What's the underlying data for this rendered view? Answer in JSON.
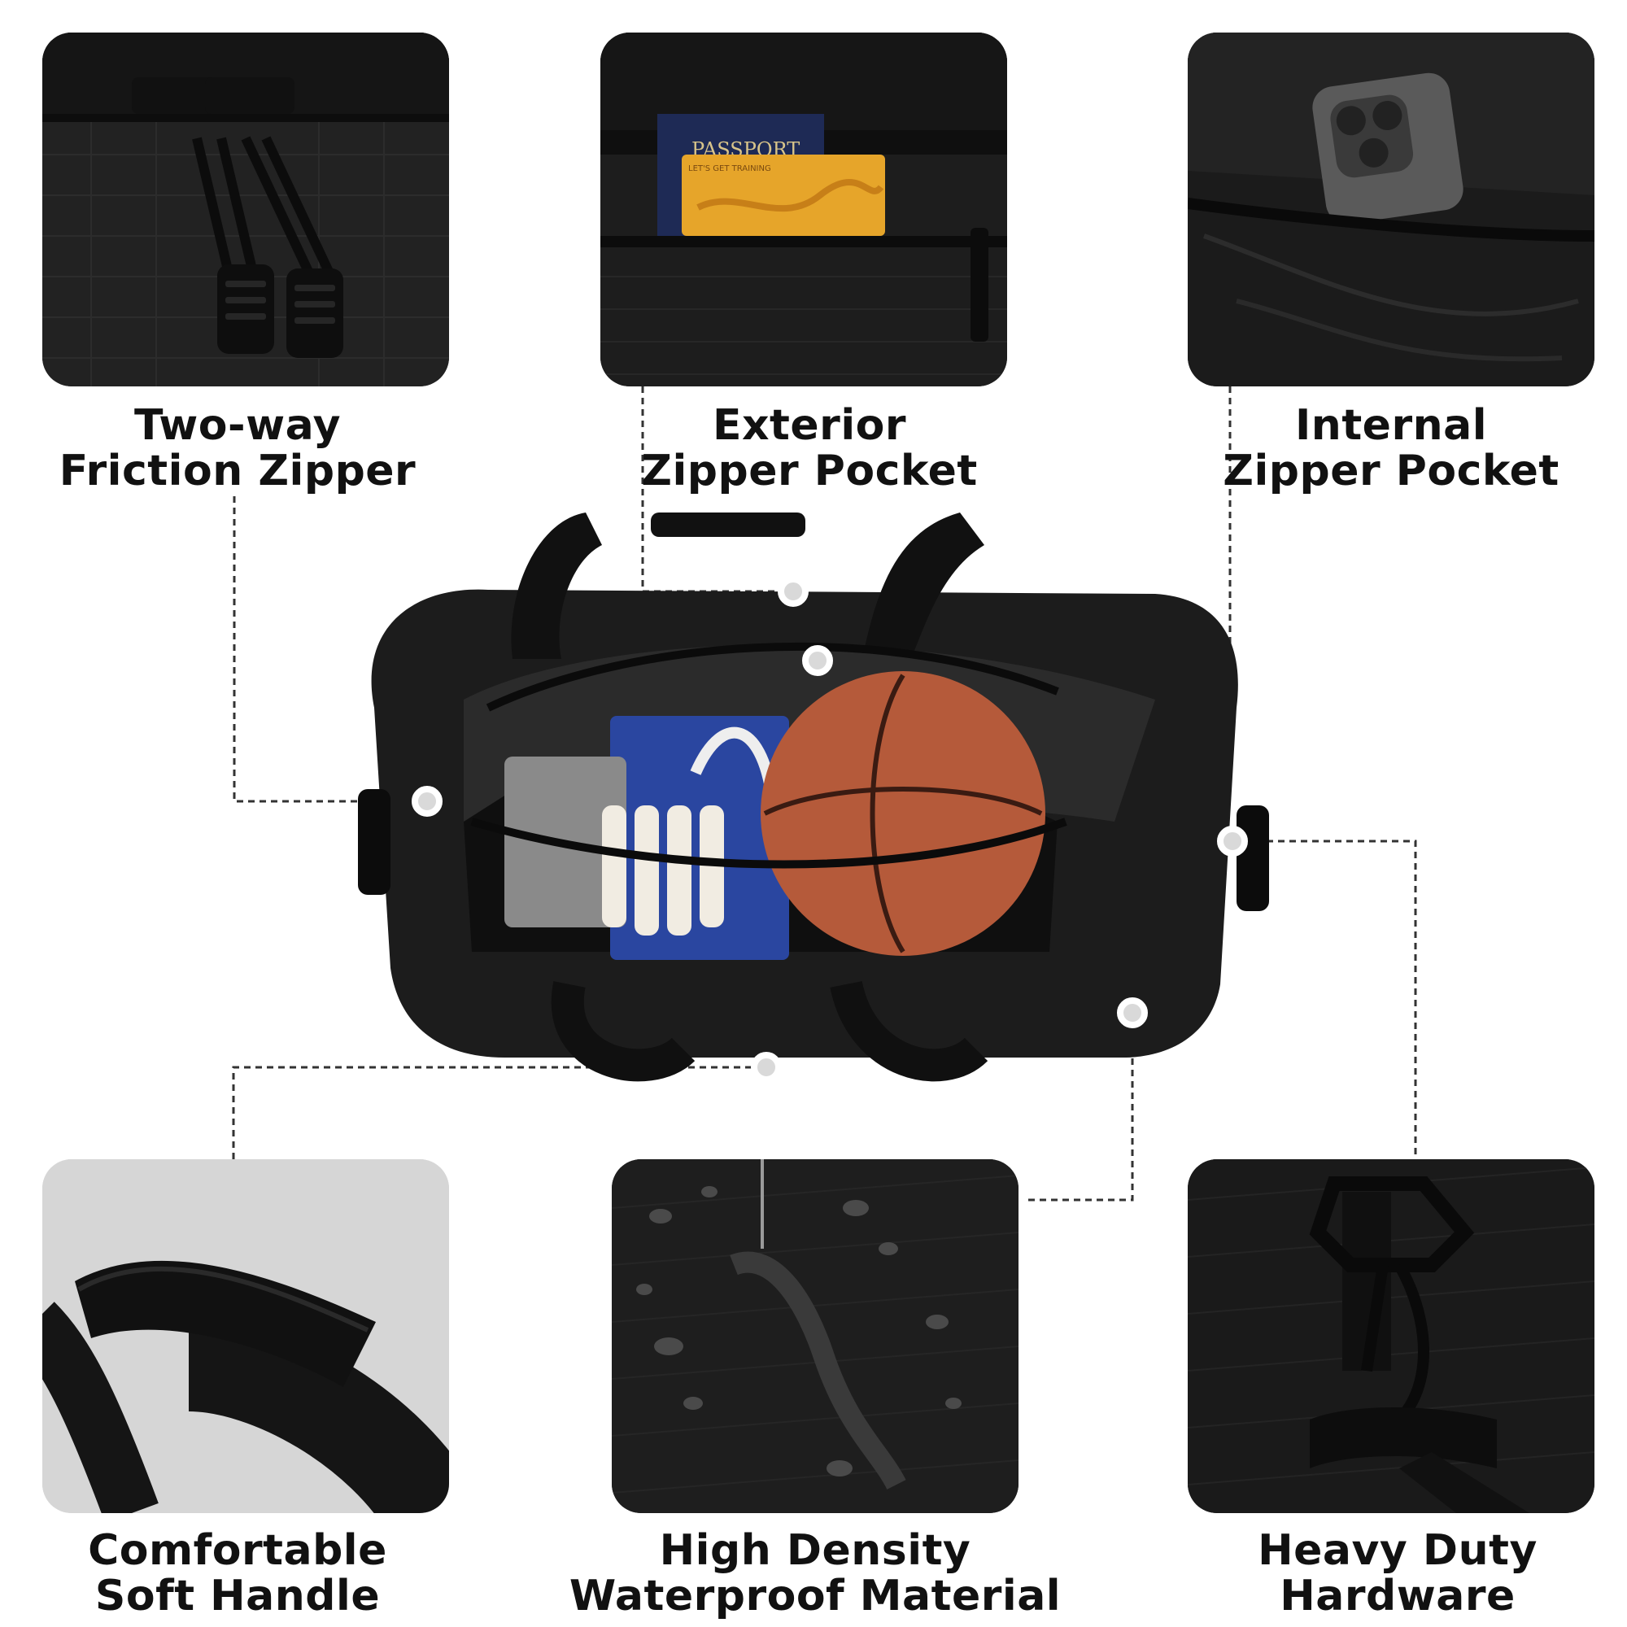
{
  "features": [
    {
      "id": "zipper",
      "line1": "Two-way",
      "line2": "Friction Zipper"
    },
    {
      "id": "exterior-pocket",
      "line1": "Exterior",
      "line2": "Zipper Pocket"
    },
    {
      "id": "internal-pocket",
      "line1": "Internal",
      "line2": "Zipper Pocket"
    },
    {
      "id": "handle",
      "line1": "Comfortable",
      "line2": "Soft Handle"
    },
    {
      "id": "material",
      "line1": "High Density",
      "line2": "Waterproof Material"
    },
    {
      "id": "hardware",
      "line1": "Heavy Duty",
      "line2": "Hardware"
    }
  ],
  "passport_text": "PASSPORT",
  "card_text": "LET'S GET TRAINING",
  "colors": {
    "panel_dark": "#1f1f1f",
    "panel_light": "#d6d6d6",
    "label_text": "#111111",
    "leader_line": "#333333",
    "bag_body": "#1c1c1c",
    "basketball": "#b55a3a",
    "passport": "#1e2a55",
    "card": "#e6a52a"
  }
}
